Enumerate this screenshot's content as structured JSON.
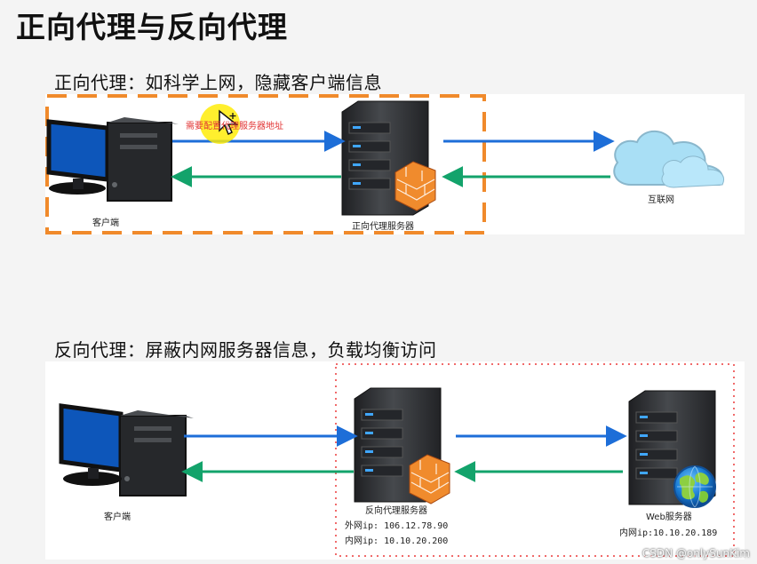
{
  "slide": {
    "title": "正向代理与反向代理"
  },
  "forward": {
    "heading": "正向代理：如科学上网，隐藏客户端信息",
    "note": "需要配置代理服务器地址",
    "client_label": "客户端",
    "proxy_label": "正向代理服务器",
    "internet_label": "互联网"
  },
  "reverse": {
    "heading": "反向代理：屏蔽内网服务器信息，负载均衡访问",
    "client_label": "客户端",
    "proxy_label": "反向代理服务器",
    "external_ip": "外网ip: 106.12.78.90",
    "internal_ip": "内网ip: 10.10.20.200",
    "web_label": "Web服务器",
    "web_ip": "内网ip:10.10.20.189"
  },
  "watermark": "CSDN @onlySunKim",
  "colors": {
    "orange_dash": "#f08a2b",
    "pink_dot": "#f06b6b",
    "blue_arrow": "#1d6ed8",
    "green_arrow": "#13a36b",
    "monitor_blue": "#0d56ba",
    "server_dark": "#303235",
    "cloud_blue": "#a9dff5",
    "red_note": "#e23535"
  },
  "icons": [
    "computer-icon",
    "server-icon",
    "firewall-icon",
    "cloud-icon",
    "globe-icon",
    "cursor-icon"
  ]
}
